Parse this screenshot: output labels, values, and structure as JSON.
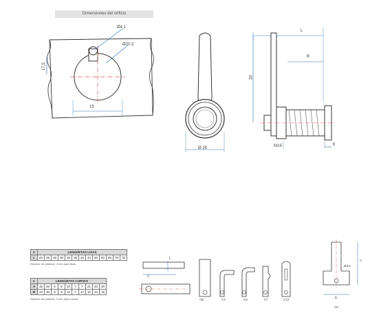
{
  "header": {
    "title": "Dimensiones del orificio"
  },
  "cutout": {
    "hole_small": "Ø4,1",
    "hole_large": "Ø20,3",
    "height": "17,5",
    "width": "19"
  },
  "front": {
    "diameter": "Ø 26"
  },
  "side": {
    "length": "L",
    "inner": "R",
    "height": "33",
    "thread": "M16",
    "width": "6"
  },
  "table_straight": {
    "code": "C",
    "title": "LENGÜETAS LISAS",
    "key": "L",
    "values": [
      "23",
      "25",
      "28",
      "30",
      "35",
      "38",
      "40",
      "43",
      "50",
      "60",
      "65",
      "70",
      "75"
    ],
    "note": "Espesor de palanca: 2 mm para lisas"
  },
  "table_curved": {
    "code": "C",
    "title": "LENGÜETAS CURVAS",
    "rows": [
      {
        "key": "A",
        "values": [
          "15",
          "20",
          "5",
          "5",
          "10",
          "7",
          "7",
          "21",
          "20",
          "20"
        ]
      },
      {
        "key": "B",
        "values": [
          "23",
          "30",
          "5",
          "4",
          "12",
          "7",
          "17",
          "10",
          "24",
          "16"
        ]
      }
    ],
    "note": "Espesor de palanca: 2 mm para curvas"
  },
  "variants": [
    "CB",
    "C4",
    "C6",
    "C7",
    "C12",
    "C8"
  ],
  "small": {
    "label_a": "A",
    "label_b": "B",
    "label_l": "L",
    "label_c": "C",
    "hole": "Ø3,5"
  }
}
